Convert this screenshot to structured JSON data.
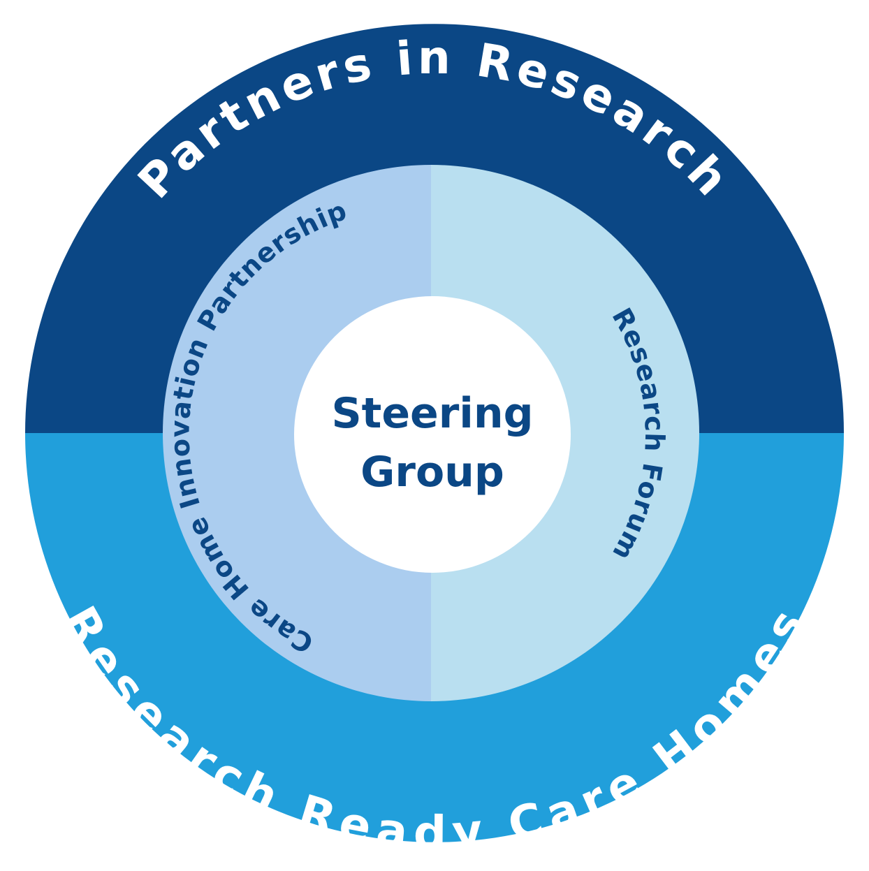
{
  "outer_ring": {
    "top_label": "Partners in Research",
    "bottom_label": "Research Ready Care Homes"
  },
  "inner_ring": {
    "left_label": "Care Home Innovation Partnership",
    "right_label": "Research Forum"
  },
  "center": {
    "line1": "Steering",
    "line2": "Group"
  },
  "colors": {
    "outer_top": "#0b4785",
    "outer_bottom": "#219fdb",
    "inner_left": "#abcdef",
    "inner_right": "#b9dff0",
    "center_fill": "#ffffff",
    "outer_text": "#ffffff",
    "inner_text": "#0b4785",
    "center_text": "#0b4785"
  }
}
